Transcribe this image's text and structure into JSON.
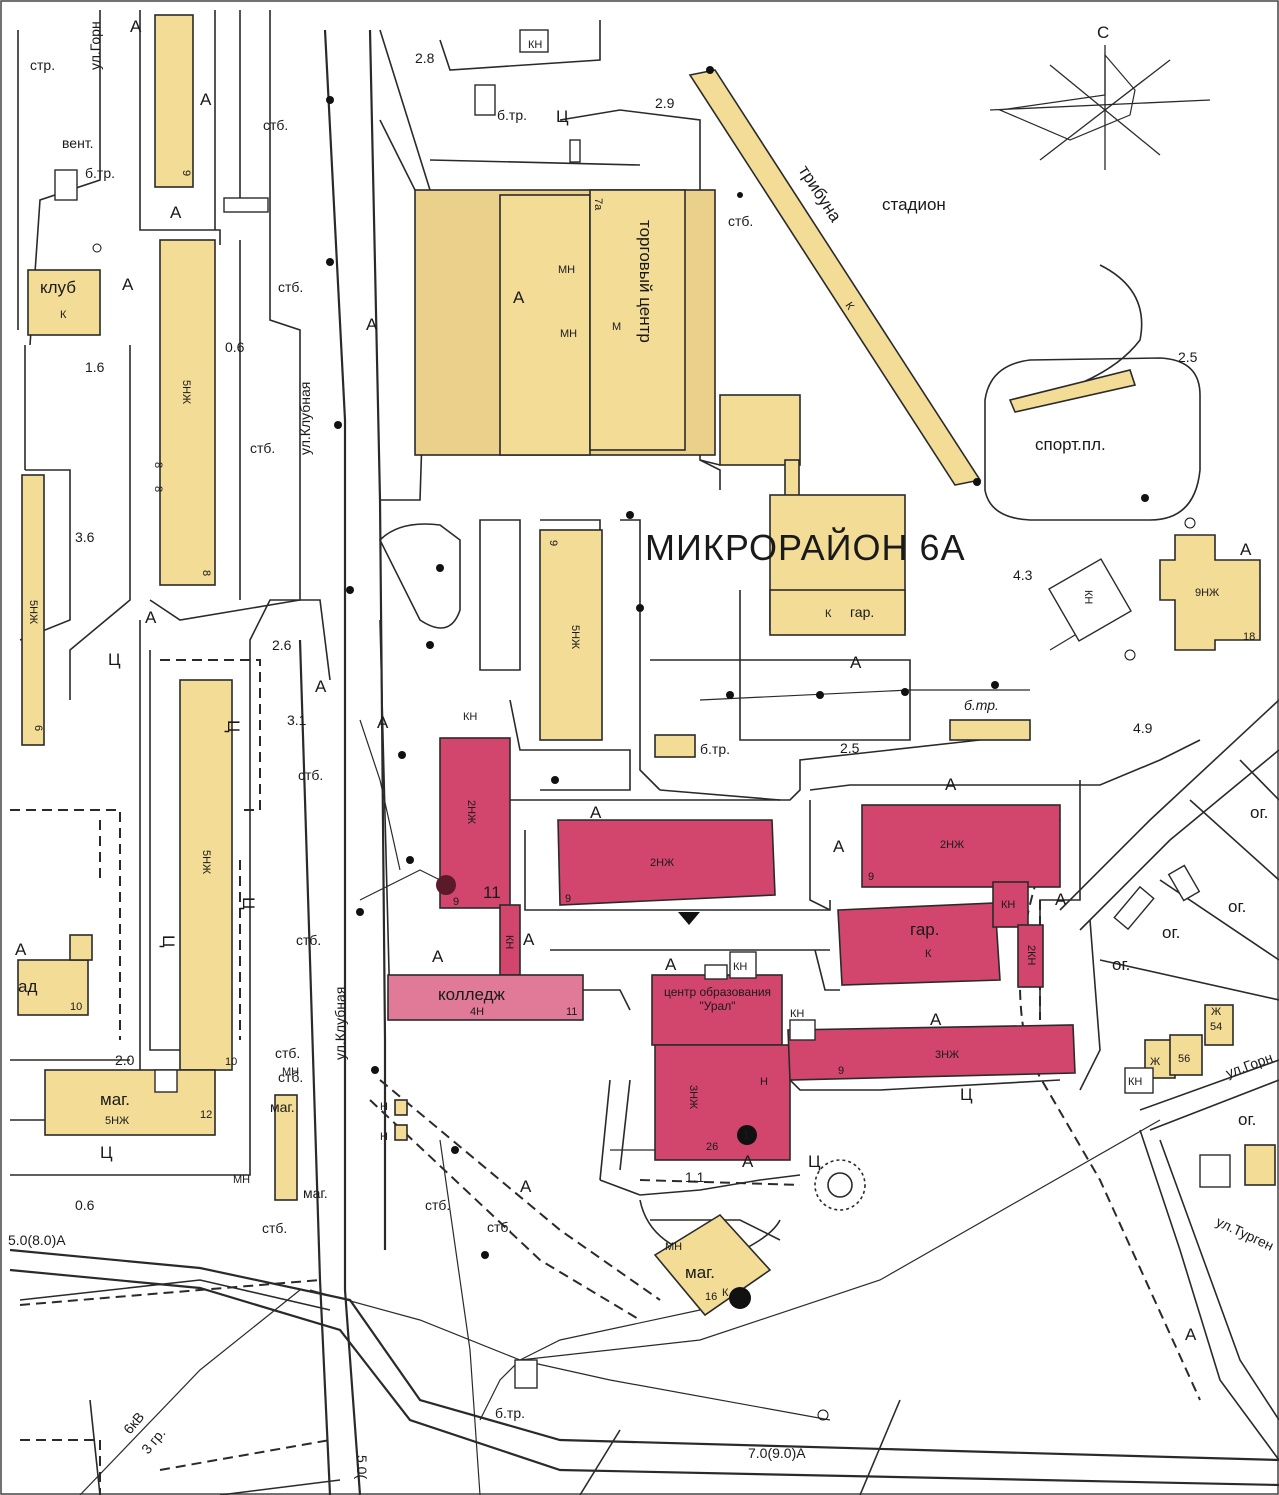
{
  "map": {
    "title": "МИКРОРАЙОН 6А",
    "north": "С",
    "background": "#ffffff",
    "colors": {
      "residential": "#f2dc96",
      "public": "#d2466e",
      "college": "#e07a98",
      "ink": "#2a2a2a"
    },
    "streets": {
      "klubnaya_north": "ул.Клубная",
      "klubnaya_south": "ул.Клубная",
      "gorn_top": "ул.Горн",
      "gorn_right": "ул.Горн",
      "turgen": "ул.Турген"
    },
    "buildings": {
      "trade_center": "торговый центр",
      "trade_a": "А",
      "trade_m": "М",
      "trade_mn1": "МН",
      "trade_mn2": "МН",
      "trade_7a": "7а",
      "tribune": "трибуна",
      "tribune_k": "К",
      "stadium": "стадион",
      "sport": "спорт.пл.",
      "club": "клуб",
      "club_k": "К",
      "gar_top": "гар.",
      "gar_top_k": "К",
      "b5nzh_top": "5НЖ",
      "b5nzh_top_9": "9",
      "b5nzh_top_8a": "8",
      "b5nzh_top_8b": "8",
      "b5nzh_top_8c": "8",
      "b5nzh_mid": "5НЖ",
      "b5nzh_mid_6": "6",
      "b9nzh": "9НЖ",
      "b9nzh_18": "18",
      "b2nzh_left": "2НЖ",
      "b2nzh_left_9": "9",
      "b2nzh_left_num": "11",
      "b2nzh_mid": "2НЖ",
      "b2nzh_mid_9": "9",
      "b2nzh_right": "2НЖ",
      "b2nzh_right_9": "9",
      "gar_right": "гар.",
      "gar_right_k": "К",
      "kn_r1": "КН",
      "kn_r2": "2КН",
      "college": "колледж",
      "college_4n": "4Н",
      "college_11": "11",
      "kn_college": "КН",
      "center_title": "центр образования \"Урал\"",
      "center_3nzh": "3НЖ",
      "center_n": "Н",
      "center_26": "26",
      "center_kn": "КН",
      "b3nzh": "3НЖ",
      "b3nzh_9": "9",
      "mag_left": "маг.",
      "mag_left_5nzh": "5НЖ",
      "mag_left_12": "12",
      "b5nzh_long": "5НЖ",
      "b5nzh_long_10": "10",
      "sad": "ад",
      "sad_10": "10",
      "mag_small1": "маг.",
      "mag_small2": "маг.",
      "mag_bottom": "маг.",
      "mag_bottom_16": "16",
      "mag_bottom_k": "К",
      "mag_bottom_mn": "МН",
      "house_56": "56",
      "house_54": "54",
      "house_zh": "Ж",
      "house_zh2": "Ж",
      "vent": "вент.",
      "str": "стр.",
      "kn_44": "КН"
    },
    "labels": {
      "a": "А",
      "ts": "Ц",
      "stb": "стб.",
      "btr": "б.тр.",
      "og": "ог.",
      "mn": "МН",
      "n": "Н",
      "kn": "КН",
      "kv": "6кВ",
      "gr3": "3 гр.",
      "road_bottom": "7.0(9.0)А",
      "road_left": "5.0(8.0)А",
      "road_vert": "5.0(",
      "btr_italic": "б.тр."
    },
    "elevations": {
      "e28": "2.8",
      "e29": "2.9",
      "e06a": "0.6",
      "e16": "1.6",
      "e36": "3.6",
      "e26": "2.6",
      "e31": "3.1",
      "e25a": "2.5",
      "e25b": "2.5",
      "e43": "4.3",
      "e49": "4.9",
      "e20": "2.0",
      "e06b": "0.6",
      "e11": "1.1"
    },
    "markers": {
      "one": "1"
    }
  }
}
